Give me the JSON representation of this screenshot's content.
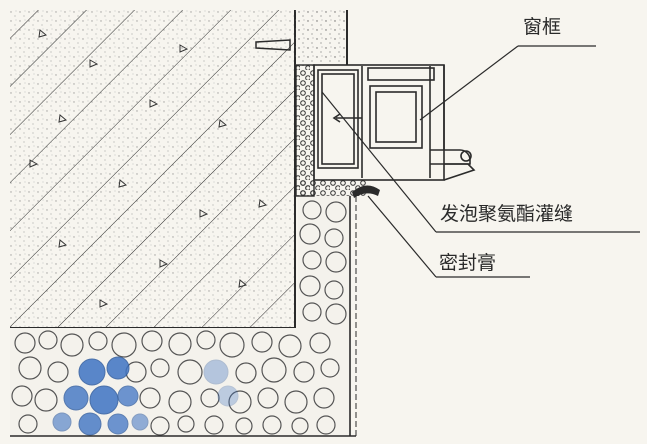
{
  "labels": {
    "window_frame": "窗框",
    "foam_fill": "发泡聚氨酯灌缝",
    "sealant": "密封膏"
  },
  "colors": {
    "background": "#f7f5ef",
    "line": "#2b2b2b",
    "pebble_stroke": "#555555",
    "fill_accent": "#3f74c4"
  }
}
